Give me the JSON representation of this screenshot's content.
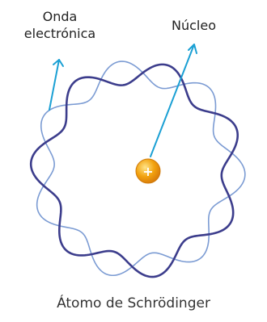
{
  "labels": {
    "wave_line1": "Onda",
    "wave_line2": "electrónica",
    "nucleus": "Núcleo",
    "caption": "Átomo de Schrödinger",
    "nucleus_symbol": "+"
  },
  "colors": {
    "wave_dark": "#3c3d8c",
    "wave_light": "#7b9bd3",
    "arrow": "#1ba0d4",
    "nucleus_fill": "#f2a20f",
    "nucleus_symbol": "#ffffff"
  }
}
